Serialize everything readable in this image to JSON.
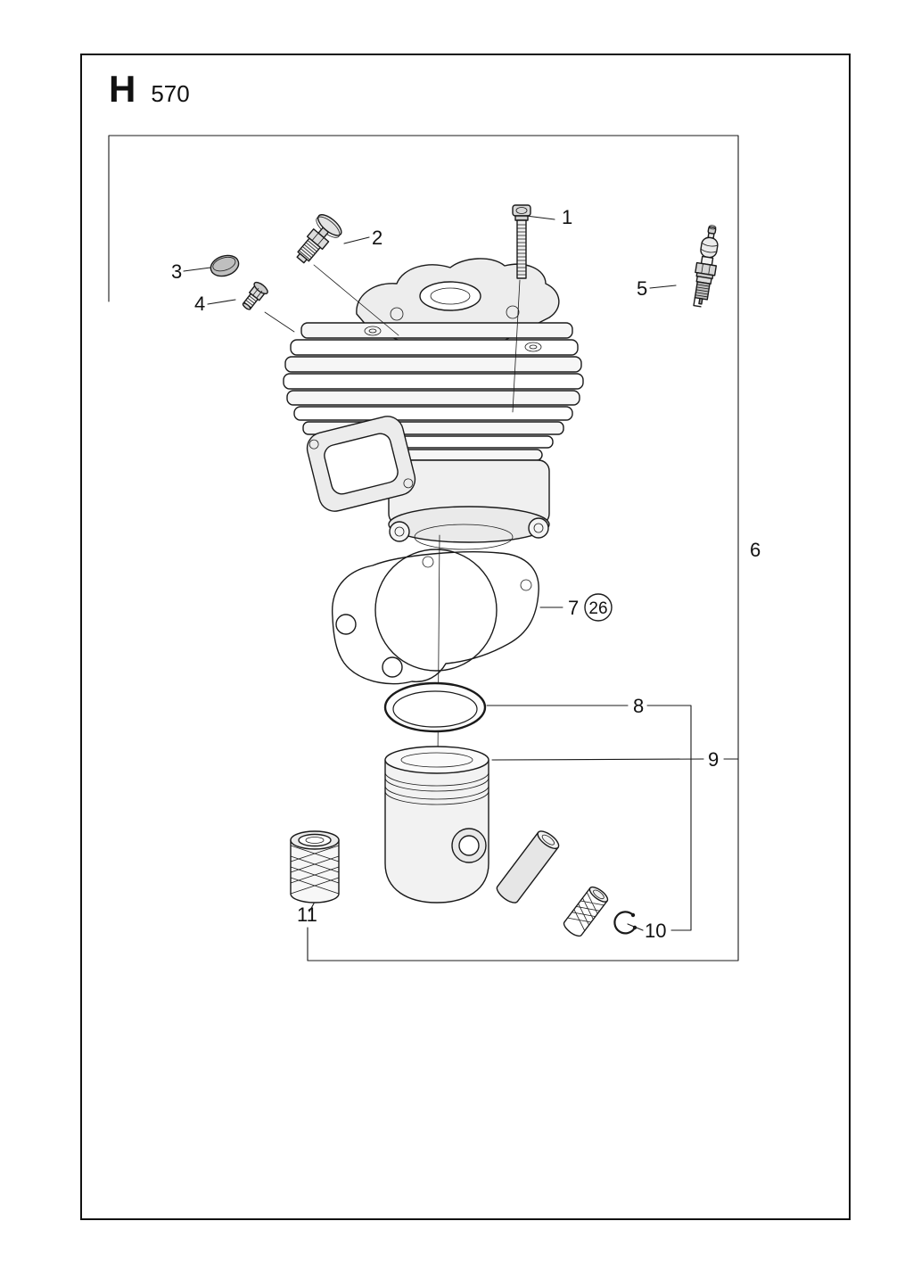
{
  "header": {
    "section": "H",
    "model": "570"
  },
  "colors": {
    "ink": "#111111",
    "paper": "#ffffff"
  },
  "callouts": {
    "n1": "1",
    "n2": "2",
    "n3": "3",
    "n4": "4",
    "n5": "5",
    "n6": "6",
    "n7": "7",
    "n8": "8",
    "n9": "9",
    "n10": "10",
    "n11": "11",
    "ref26": "26"
  }
}
